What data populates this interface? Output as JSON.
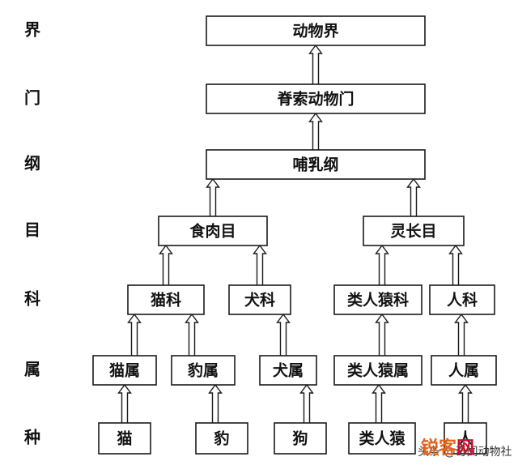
{
  "ranks": [
    "界",
    "门",
    "纲",
    "目",
    "科",
    "属",
    "种"
  ],
  "nodes": [
    {
      "id": "kingdom",
      "label": "动物界"
    },
    {
      "id": "phylum",
      "label": "脊索动物门"
    },
    {
      "id": "class",
      "label": "哺乳纲"
    },
    {
      "id": "order-carnivora",
      "label": "食肉目"
    },
    {
      "id": "order-primates",
      "label": "灵长目"
    },
    {
      "id": "family-felidae",
      "label": "猫科"
    },
    {
      "id": "family-canidae",
      "label": "犬科"
    },
    {
      "id": "family-pongidae",
      "label": "类人猿科"
    },
    {
      "id": "family-hominidae",
      "label": "人科"
    },
    {
      "id": "genus-cat",
      "label": "猫属"
    },
    {
      "id": "genus-leopard",
      "label": "豹属"
    },
    {
      "id": "genus-dog",
      "label": "犬属"
    },
    {
      "id": "genus-ape",
      "label": "类人猿属"
    },
    {
      "id": "genus-human",
      "label": "人属"
    },
    {
      "id": "species-cat",
      "label": "猫"
    },
    {
      "id": "species-leopard",
      "label": "豹"
    },
    {
      "id": "species-dog",
      "label": "狗"
    },
    {
      "id": "species-ape",
      "label": "类人猿"
    },
    {
      "id": "species-human",
      "label": "人"
    }
  ],
  "edges": [
    {
      "from": "phylum",
      "to": "kingdom"
    },
    {
      "from": "class",
      "to": "phylum"
    },
    {
      "from": "order-carnivora",
      "to": "class"
    },
    {
      "from": "order-primates",
      "to": "class"
    },
    {
      "from": "family-felidae",
      "to": "order-carnivora"
    },
    {
      "from": "family-canidae",
      "to": "order-carnivora"
    },
    {
      "from": "family-pongidae",
      "to": "order-primates"
    },
    {
      "from": "family-hominidae",
      "to": "order-primates"
    },
    {
      "from": "genus-cat",
      "to": "family-felidae"
    },
    {
      "from": "genus-leopard",
      "to": "family-felidae"
    },
    {
      "from": "genus-dog",
      "to": "family-canidae"
    },
    {
      "from": "genus-ape",
      "to": "family-pongidae"
    },
    {
      "from": "genus-human",
      "to": "family-hominidae"
    },
    {
      "from": "species-cat",
      "to": "genus-cat"
    },
    {
      "from": "species-leopard",
      "to": "genus-leopard"
    },
    {
      "from": "species-dog",
      "to": "genus-dog"
    },
    {
      "from": "species-ape",
      "to": "genus-ape"
    },
    {
      "from": "species-human",
      "to": "genus-human"
    }
  ],
  "watermark": {
    "logo_a": "锐客",
    "logo_b": "网",
    "text": "头条 @奇闻动物社",
    "logo_a_color": "#e8631a",
    "logo_b_color": "#c8102e"
  }
}
